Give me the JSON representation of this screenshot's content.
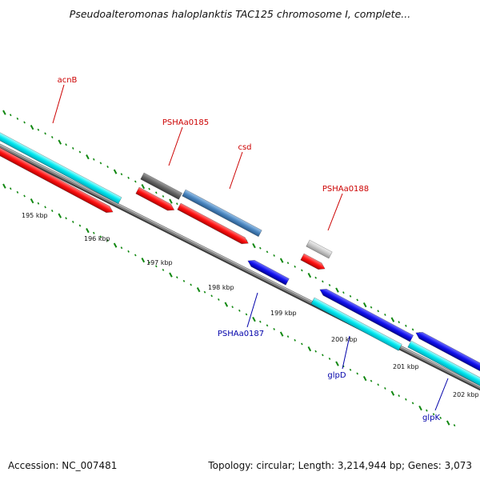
{
  "title": "Pseudoalteromonas haloplanktis TAC125 chromosome I, complete...",
  "footer": {
    "accession": "Accession: NC_007481",
    "summary": "Topology: circular; Length: 3,214,944 bp; Genes: 3,073"
  },
  "colors": {
    "forward_label": "#cc0000",
    "reverse_label": "#0000aa",
    "backbone": "#808080",
    "tick": "#118811",
    "cyan": "#00e5ee",
    "red": "#ff1010",
    "blue": "#1010ee",
    "steel": "#4a86c0",
    "dark_gray": "#666666",
    "light_gray": "#c8c8c8"
  },
  "ticks": {
    "labels": [
      "195 kbp",
      "196 kbp",
      "197 kbp",
      "198 kbp",
      "199 kbp",
      "200 kbp",
      "201 kbp",
      "202 kbp"
    ]
  },
  "gene_labels": [
    {
      "text": "acnB",
      "strand": "forward"
    },
    {
      "text": "PSHAa0185",
      "strand": "forward"
    },
    {
      "text": "csd",
      "strand": "forward"
    },
    {
      "text": "PSHAa0188",
      "strand": "forward"
    },
    {
      "text": "PSHAa0187",
      "strand": "reverse"
    },
    {
      "text": "glpD",
      "strand": "reverse"
    },
    {
      "text": "glpK",
      "strand": "reverse"
    }
  ]
}
